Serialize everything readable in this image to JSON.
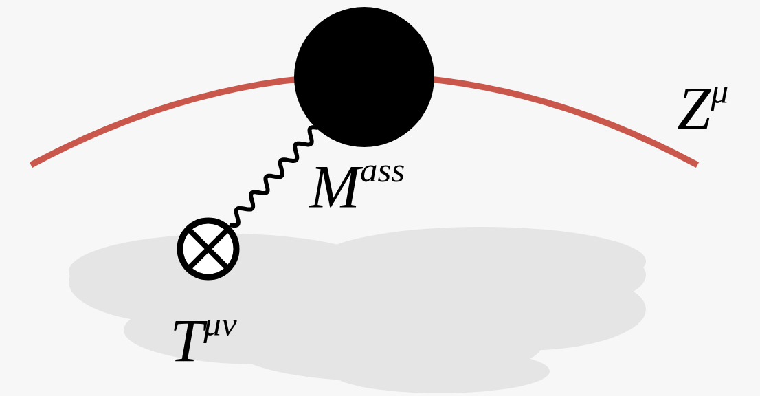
{
  "diagram": {
    "nodes": [
      {
        "text": [
          "Mass"
        ]
      },
      {
        "text": [
          "Tμν"
        ]
      }
    ],
    "edges": [
      {
        "from": 1,
        "to": 0,
        "arrow": "none"
      }
    ],
    "labels": [
      "Zμ"
    ]
  }
}
